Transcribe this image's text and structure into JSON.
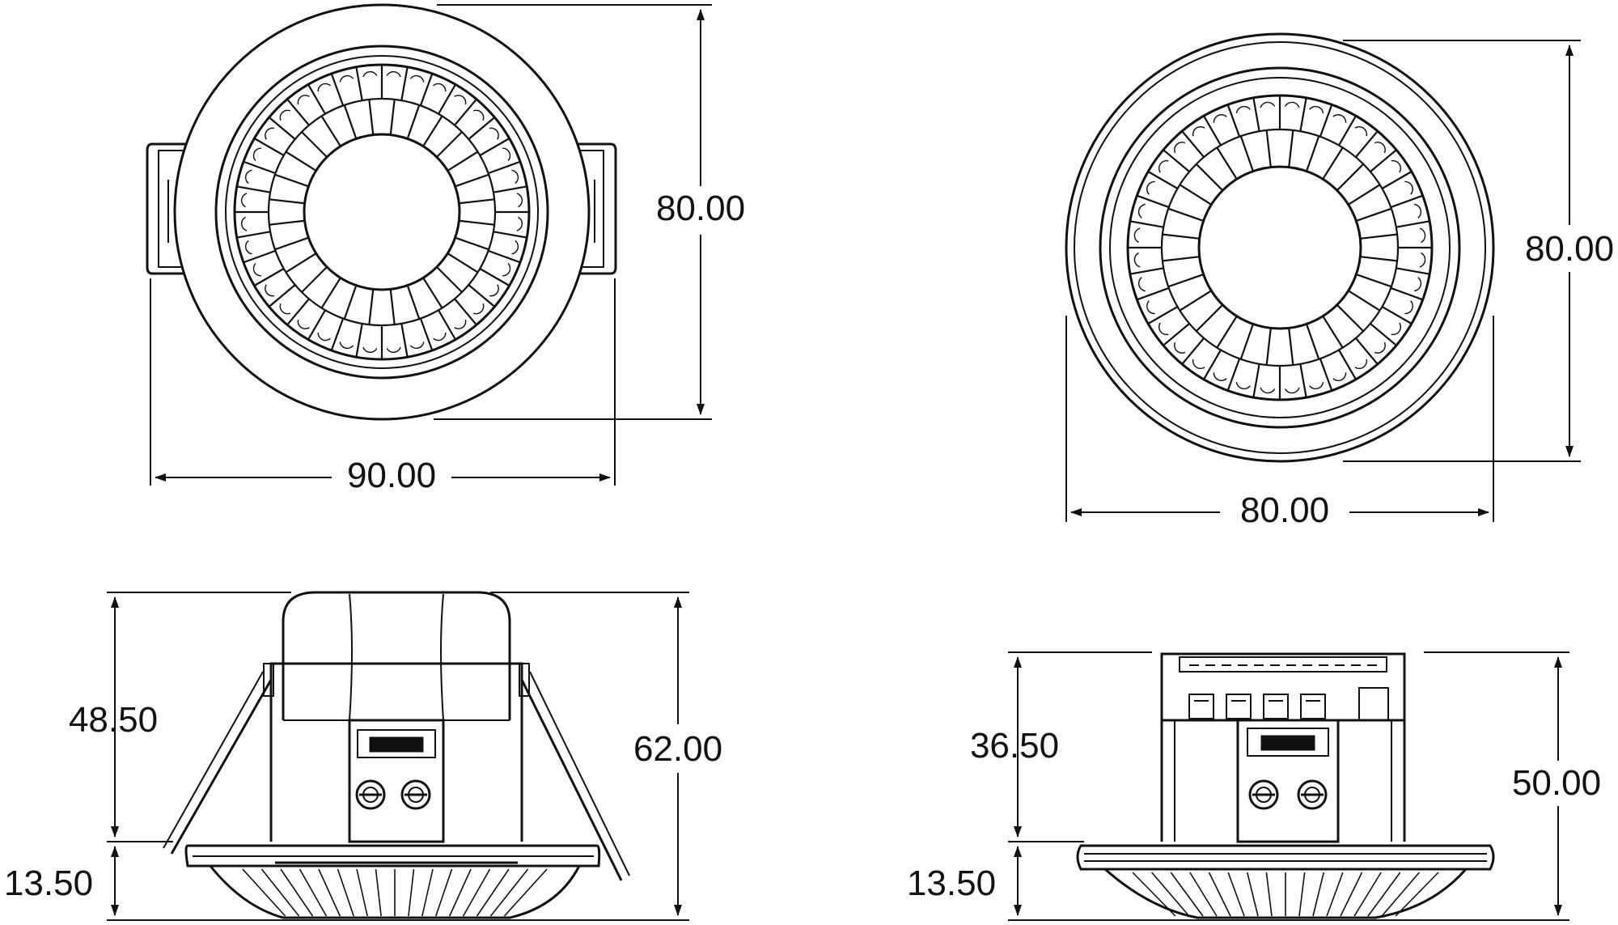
{
  "colors": {
    "ink": "#111111",
    "background": "#ffffff"
  },
  "dimensions": {
    "top_left_height": "80.00",
    "top_left_width": "90.00",
    "top_right_height": "80.00",
    "top_right_width": "80.00",
    "bottom_left_upper_height": "48.50",
    "bottom_left_lower_height": "13.50",
    "bottom_left_total_height": "62.00",
    "bottom_right_upper_height": "36.50",
    "bottom_right_lower_height": "13.50",
    "bottom_right_total_height": "50.00"
  }
}
